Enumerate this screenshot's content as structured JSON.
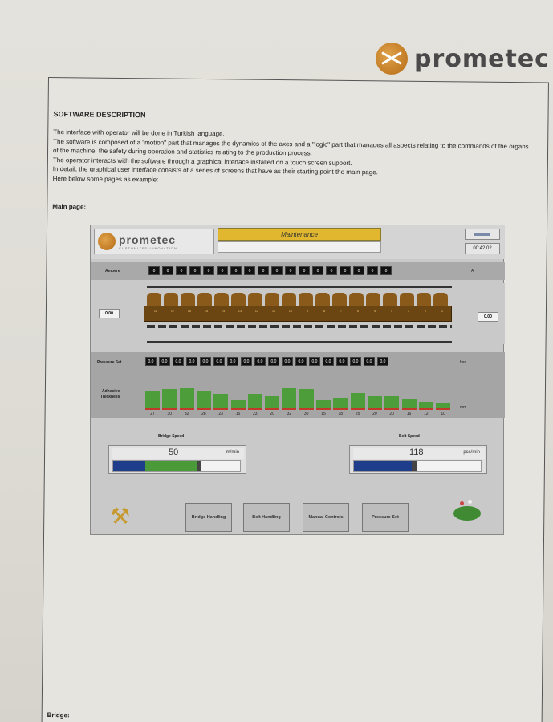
{
  "document": {
    "header_brand": "prometec",
    "title": "SOFTWARE DESCRIPTION",
    "paragraphs": [
      "The interface with operator will be done in Turkish language.",
      "The software is composed of a \"motion\" part that manages the dynamics of the axes and a \"logic\" part that manages all aspects relating to the commands of the organs of the machine, the safety during operation and statistics relating to the production process.",
      "The operator interacts with the software through a graphical interface installed on a touch screen support.",
      "In detail, the graphical user interface consists of a series of screens that have as their starting point the main page.",
      "Here below some pages as example:"
    ],
    "main_label": "Main page:",
    "bridge_label": "Bridge:"
  },
  "hmi": {
    "brand": "prometec",
    "tagline": "CUSTOMIZED INNOVATION",
    "status_title": "Maintenance",
    "clock": "00:42:02",
    "top_row": {
      "label": "Ampere",
      "values": [
        "0",
        "0",
        "0",
        "0",
        "0",
        "0",
        "0",
        "0",
        "0",
        "0",
        "0",
        "0",
        "0",
        "0",
        "0",
        "0",
        "0",
        "0"
      ],
      "unit": "A"
    },
    "beam_numbers": [
      "18",
      "17",
      "16",
      "15",
      "14",
      "13",
      "12",
      "11",
      "10",
      "9",
      "8",
      "7",
      "6",
      "5",
      "4",
      "3",
      "2",
      "1"
    ],
    "left_value": "0.00",
    "right_value": "0.00",
    "pressure": {
      "label": "Pressure Set",
      "values": [
        "0.0",
        "0.0",
        "0.0",
        "0.0",
        "0.0",
        "0.0",
        "0.0",
        "0.0",
        "0.0",
        "0.0",
        "0.0",
        "0.0",
        "0.0",
        "0.0",
        "0.0",
        "0.0",
        "0.0",
        "0.0"
      ],
      "unit": "bar"
    },
    "adhesive": {
      "label_line1": "Adhesive",
      "label_line2": "Thickness",
      "values": [
        27,
        30,
        32,
        28,
        23,
        15,
        23,
        20,
        32,
        30,
        15,
        18,
        25,
        20,
        20,
        16,
        12,
        10
      ],
      "unit": "mm"
    },
    "bridge_speed": {
      "title": "Bridge Speed",
      "value": "50",
      "unit": "m/min",
      "fraction": 0.65
    },
    "belt_speed": {
      "title": "Belt Speed",
      "value": "118",
      "unit": "pcs/min",
      "fraction": 0.45
    },
    "buttons": [
      {
        "label": "Bridge Handling"
      },
      {
        "label": "Belt Handling"
      },
      {
        "label": "Manual Controls"
      },
      {
        "label": "Pressure Set"
      }
    ],
    "icons": {
      "tools": "tools-icon",
      "grass": "grass-icon"
    },
    "colors": {
      "accent": "#e0b72e",
      "bar": "#4d9e3a",
      "bar_base": "#c0392b",
      "fill_blue": "#1e3d8a"
    }
  }
}
